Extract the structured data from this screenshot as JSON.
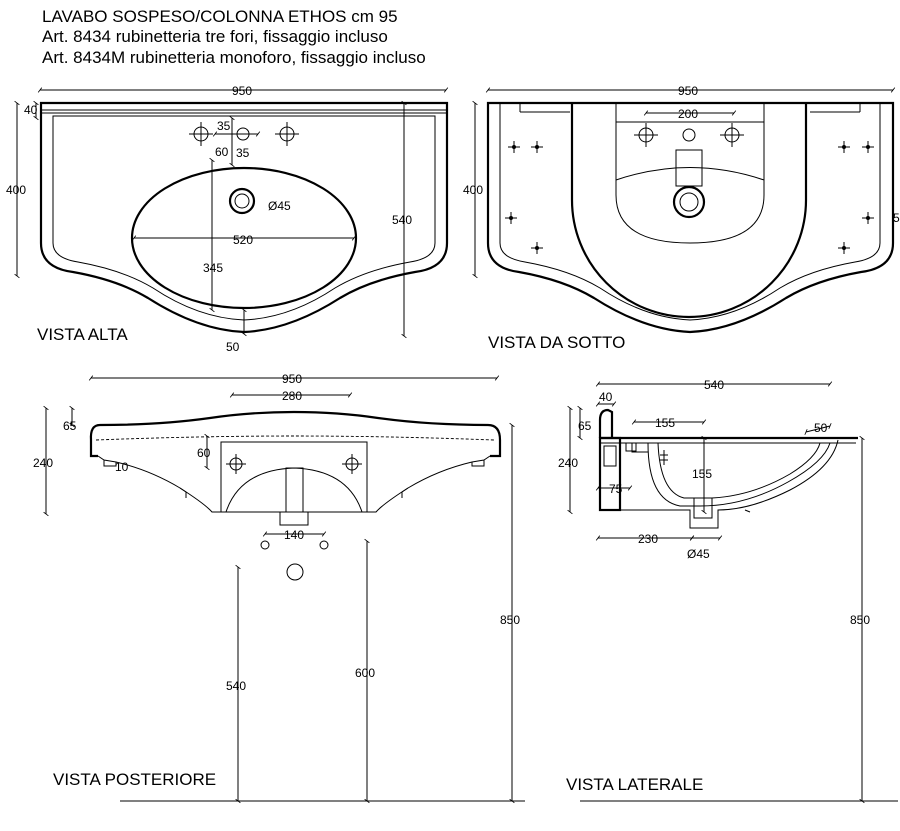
{
  "header": {
    "line1": "LAVABO SOSPESO/COLONNA ETHOS cm 95",
    "line2": "Art. 8434 rubinetteria tre fori, fissaggio incluso",
    "line3": "Art. 8434M rubinetteria monoforo, fissaggio incluso"
  },
  "views": {
    "top": {
      "title": "VISTA ALTA",
      "dims": {
        "width": "950",
        "rim": "40",
        "depth": "400",
        "hole_gap1": "35",
        "hole_gap2": "35",
        "hole_offset": "60",
        "drain": "Ø45",
        "bowl_width": "520",
        "bowl_depth": "345",
        "total_depth": "540",
        "front": "50"
      }
    },
    "bottom": {
      "title": "VISTA DA SOTTO",
      "dims": {
        "width": "950",
        "fix_span": "200",
        "depth": "400",
        "right": "5"
      }
    },
    "rear": {
      "title": "VISTA POSTERIORE",
      "dims": {
        "width": "950",
        "fix_span": "280",
        "top": "65",
        "height": "240",
        "hole_offset": "60",
        "thickness": "10",
        "drain_span": "140",
        "pedestal_height": "540",
        "pedestal_top": "600",
        "total_height": "850"
      }
    },
    "side": {
      "title": "VISTA LATERALE",
      "dims": {
        "depth": "540",
        "rim": "40",
        "top": "65",
        "height": "240",
        "drain_offset": "155",
        "bowl_depth": "155",
        "lip": "50",
        "wall": "75",
        "base": "230",
        "drain": "Ø45",
        "total_height": "850"
      }
    }
  }
}
